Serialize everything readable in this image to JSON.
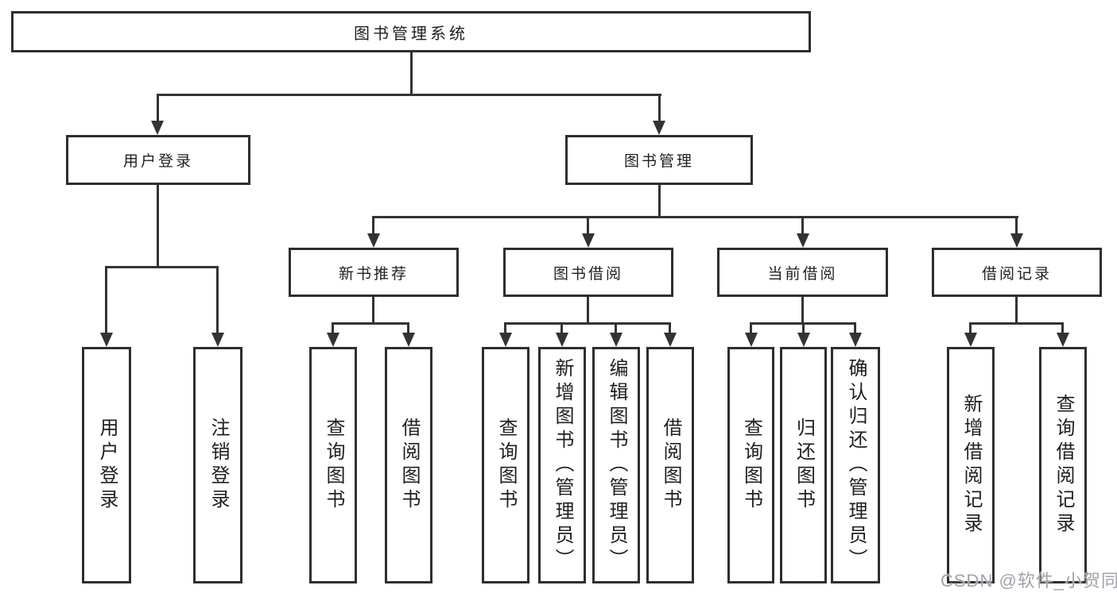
{
  "diagram": {
    "title": "图书管理系统",
    "level2": [
      "用户登录",
      "图书管理"
    ],
    "level3": [
      "新书推荐",
      "图书借阅",
      "当前借阅",
      "借阅记录"
    ],
    "leaves": {
      "login": [
        "用户登录",
        "注销登录"
      ],
      "newbook": [
        "查询图书",
        "借阅图书"
      ],
      "borrow": [
        "查询图书",
        "新增图书（管理员）",
        "编辑图书（管理员）",
        "借阅图书"
      ],
      "current": [
        "查询图书",
        "归还图书",
        "确认归还（管理员）"
      ],
      "records": [
        "新增借阅记录",
        "查询借阅记录"
      ]
    }
  },
  "watermark": "CSDN @软件_小贺同学",
  "colors": {
    "border": "#2e2e2e",
    "line": "#333333",
    "text": "#1f1f1f",
    "watermark": "#a2a2aa",
    "background": "#ffffff"
  }
}
